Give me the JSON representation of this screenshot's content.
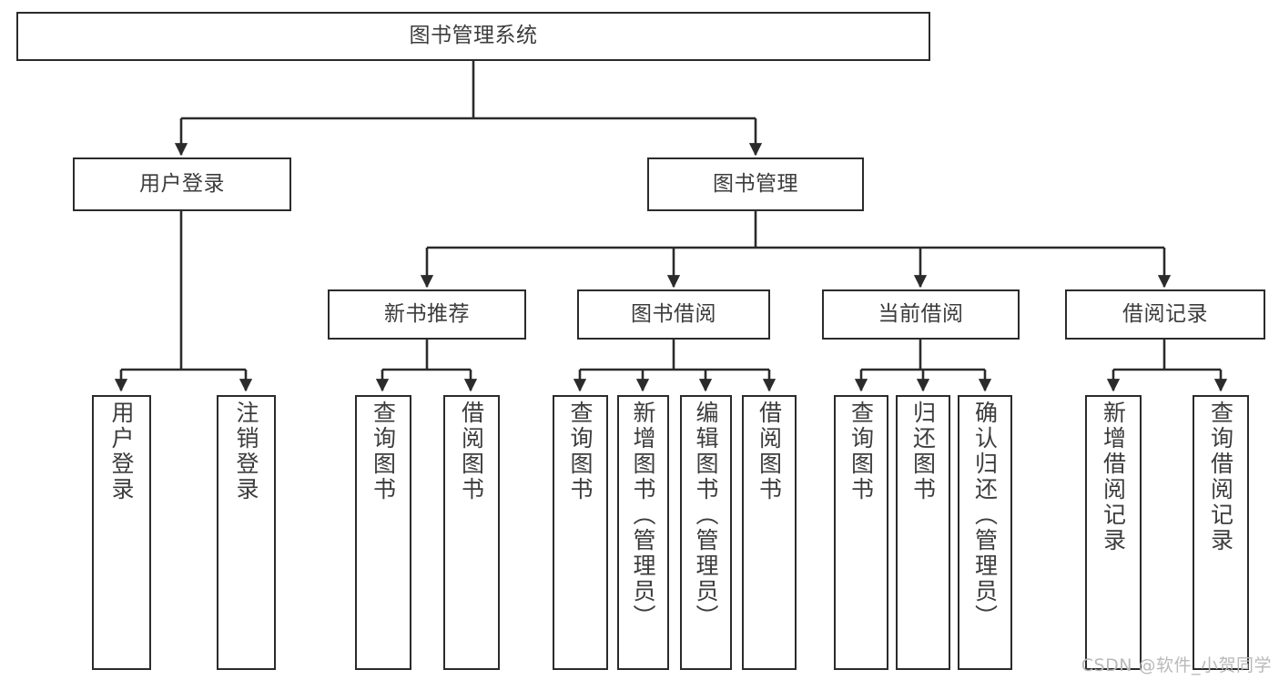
{
  "diagram": {
    "type": "tree-hierarchy",
    "title": "图书管理系统",
    "watermark": "CSDN @软件_小贺同学",
    "colors": {
      "stroke": "#2b2b2b",
      "text": "#3c3c3c",
      "background": "#ffffff",
      "watermark": "#b9b9b9"
    },
    "nodes": {
      "root": {
        "label": "图书管理系统",
        "level": 1
      },
      "user_login": {
        "label": "用户登录",
        "level": 2
      },
      "book_manage": {
        "label": "图书管理",
        "level": 2
      },
      "new_book_rec": {
        "label": "新书推荐",
        "level": 3
      },
      "book_borrow": {
        "label": "图书借阅",
        "level": 3
      },
      "current_borrow": {
        "label": "当前借阅",
        "level": 3
      },
      "borrow_record": {
        "label": "借阅记录",
        "level": 3
      },
      "leaf_user_login": {
        "label": "用户登录",
        "level": 4
      },
      "leaf_logout": {
        "label": "注销登录",
        "level": 4
      },
      "leaf_query_book_a": {
        "label": "查询图书",
        "level": 4
      },
      "leaf_borrow_book_a": {
        "label": "借阅图书",
        "level": 4
      },
      "leaf_query_book_b": {
        "label": "查询图书",
        "level": 4
      },
      "leaf_add_book": {
        "label": "新增图书（管理员）",
        "level": 4
      },
      "leaf_edit_book": {
        "label": "编辑图书（管理员）",
        "level": 4
      },
      "leaf_borrow_book_b": {
        "label": "借阅图书",
        "level": 4
      },
      "leaf_query_book_c": {
        "label": "查询图书",
        "level": 4
      },
      "leaf_return_book": {
        "label": "归还图书",
        "level": 4
      },
      "leaf_confirm_return": {
        "label": "确认归还（管理员）",
        "level": 4
      },
      "leaf_add_record": {
        "label": "新增借阅记录",
        "level": 4
      },
      "leaf_query_record": {
        "label": "查询借阅记录",
        "level": 4
      }
    }
  }
}
